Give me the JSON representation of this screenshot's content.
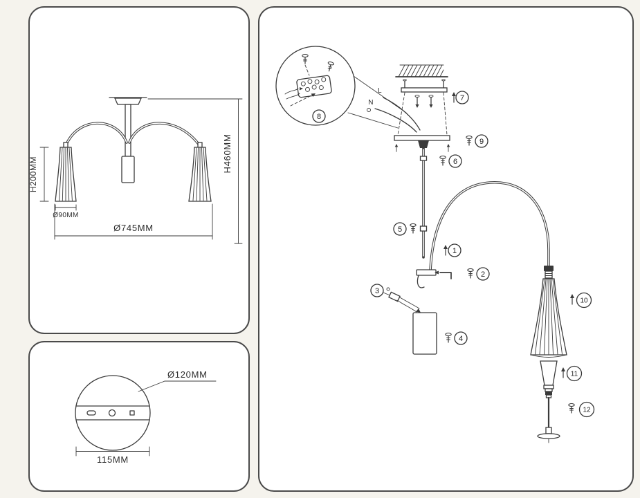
{
  "colors": {
    "background": "#f5f3ed",
    "ink": "#3a3a3a",
    "panel_border": "#4a4a4a"
  },
  "dim_panel": {
    "h200": "H200MM",
    "d90": "Ø90MM",
    "d745": "Ø745MM",
    "h460": "H460MM"
  },
  "base_panel": {
    "d120": "Ø120MM",
    "w115": "115MM"
  },
  "assembly": {
    "wire_n": "N",
    "wire_l": "L",
    "steps": [
      "1",
      "2",
      "3",
      "4",
      "5",
      "6",
      "7",
      "8",
      "9",
      "10",
      "11",
      "12"
    ]
  }
}
